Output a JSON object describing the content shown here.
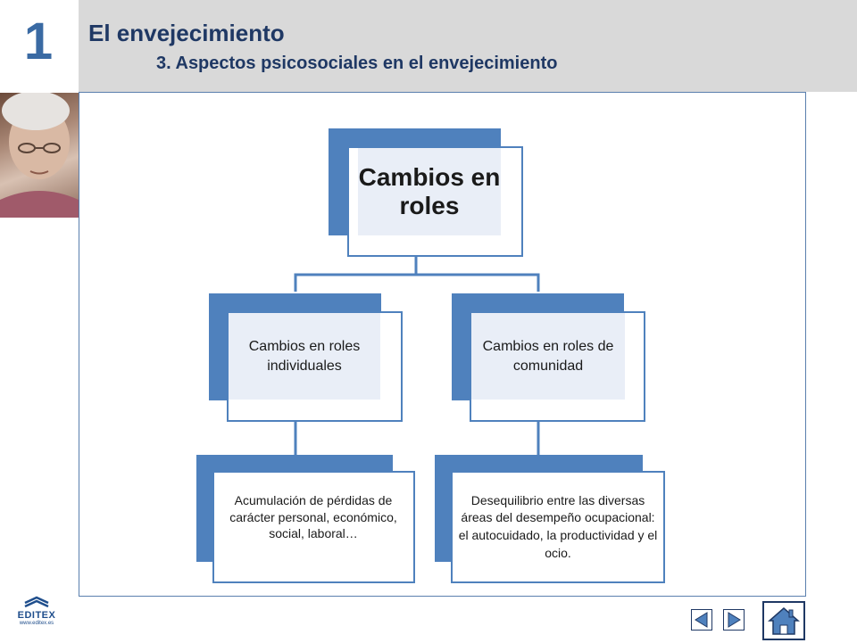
{
  "header": {
    "chapter_number": "1",
    "title": "El envejecimiento",
    "subtitle": "3. Aspectos psicosociales en el envejecimiento"
  },
  "diagram": {
    "root": "Cambios en roles",
    "branches": [
      {
        "label": "Cambios en roles individuales",
        "detail": "Acumulación de pérdidas de carácter personal, económico, social, laboral…"
      },
      {
        "label": "Cambios en roles de comunidad",
        "detail": "Desequilibrio entre las diversas áreas del desempeño ocupacional: el autocuidado, la productividad y el ocio."
      }
    ]
  },
  "footer": {
    "logo_brand": "EDITEX",
    "logo_url": "www.editex.es",
    "prev_icon": "triangle-left-icon",
    "next_icon": "triangle-right-icon",
    "home_icon": "home-icon"
  },
  "colors": {
    "accent": "#4f81bd",
    "title": "#1f3864",
    "header_band": "#d9d9d9"
  }
}
